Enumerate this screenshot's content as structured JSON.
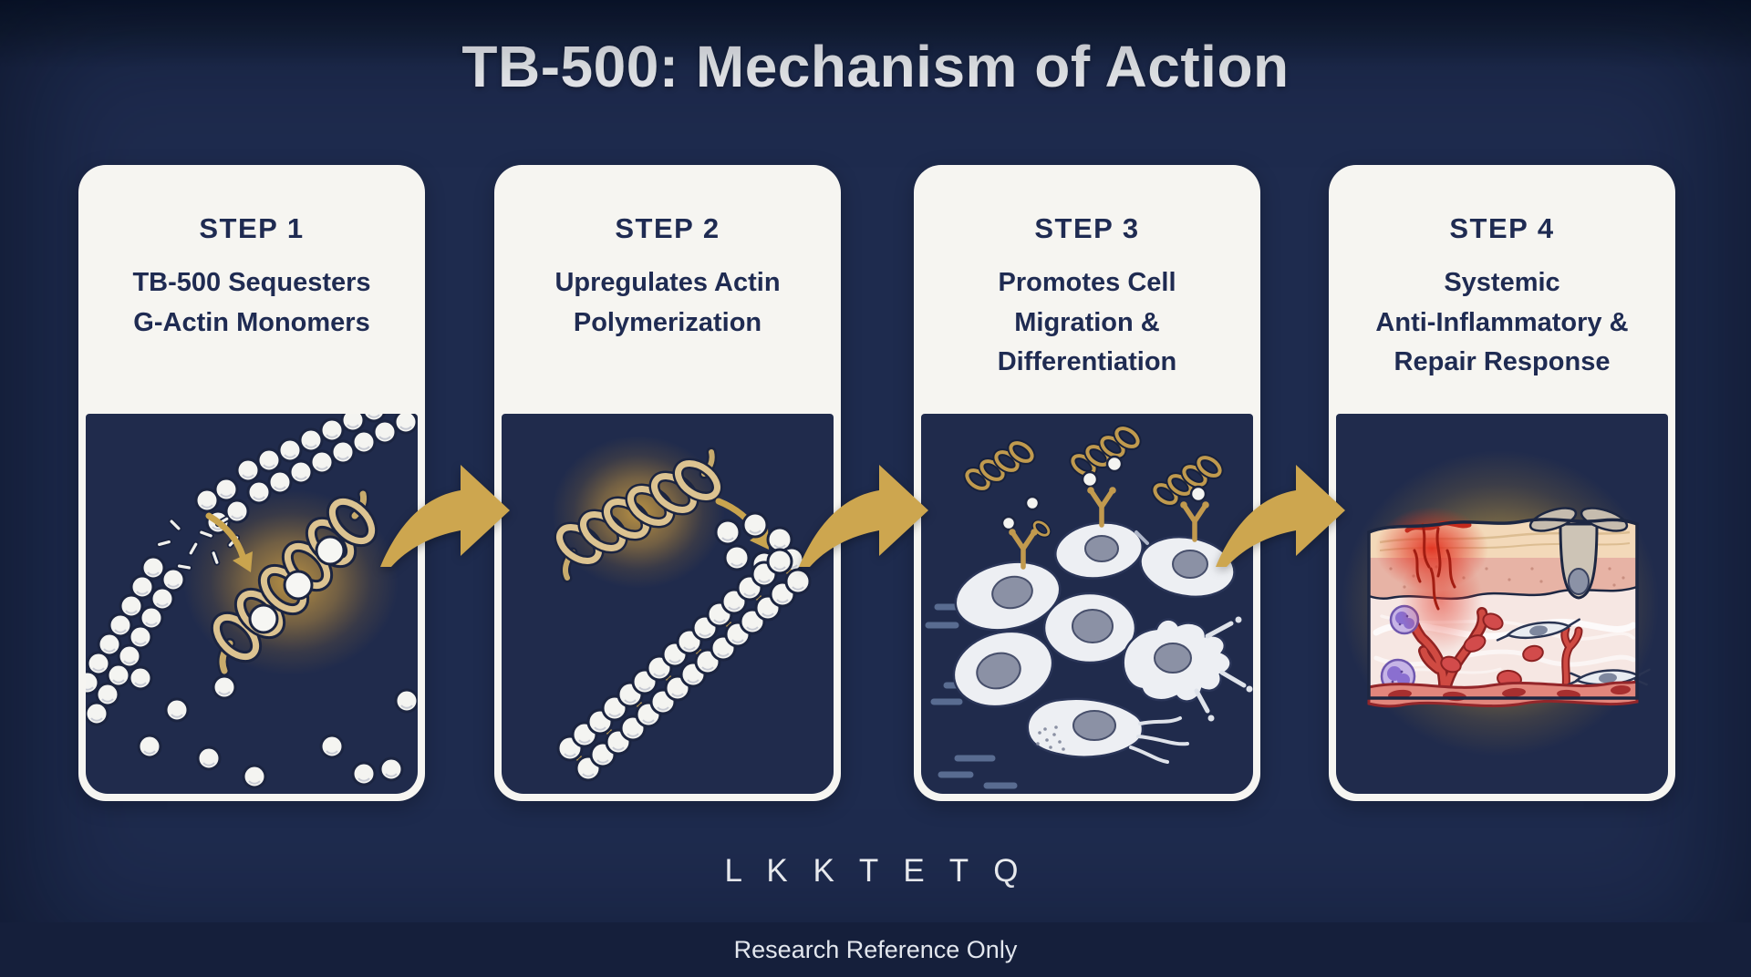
{
  "header": {
    "title": "TB-500: Mechanism of Action"
  },
  "steps": [
    {
      "label": "STEP 1",
      "title": "TB-500 Sequesters\nG-Actin Monomers",
      "icon": "tb500-helix-sequestering-g-actin-icon"
    },
    {
      "label": "STEP 2",
      "title": "Upregulates Actin\nPolymerization",
      "icon": "actin-polymerization-icon"
    },
    {
      "label": "STEP 3",
      "title": "Promotes Cell\nMigration &\nDifferentiation",
      "icon": "migrating-cells-icon"
    },
    {
      "label": "STEP 4",
      "title": "Systemic\nAnti-Inflammatory &\nRepair Response",
      "icon": "healing-tissue-cross-section-icon"
    }
  ],
  "flow": {
    "arrow_icon": "arrow-right-icon",
    "arrow_count": 3
  },
  "peptide_sequence": "L K K T E T Q",
  "footer": {
    "disclaimer": "Research Reference Only"
  },
  "colors": {
    "background": "#1e2b4e",
    "card_background": "#f6f5f1",
    "card_body_background": "#202b4c",
    "heading_text": "#1f2b52",
    "title_text": "#f4f6f9",
    "arrow_gold": "#cda64f",
    "helix_gold": "#dcc391",
    "glow_gold": "#d1a244",
    "footer_bar": "#151f3b"
  }
}
